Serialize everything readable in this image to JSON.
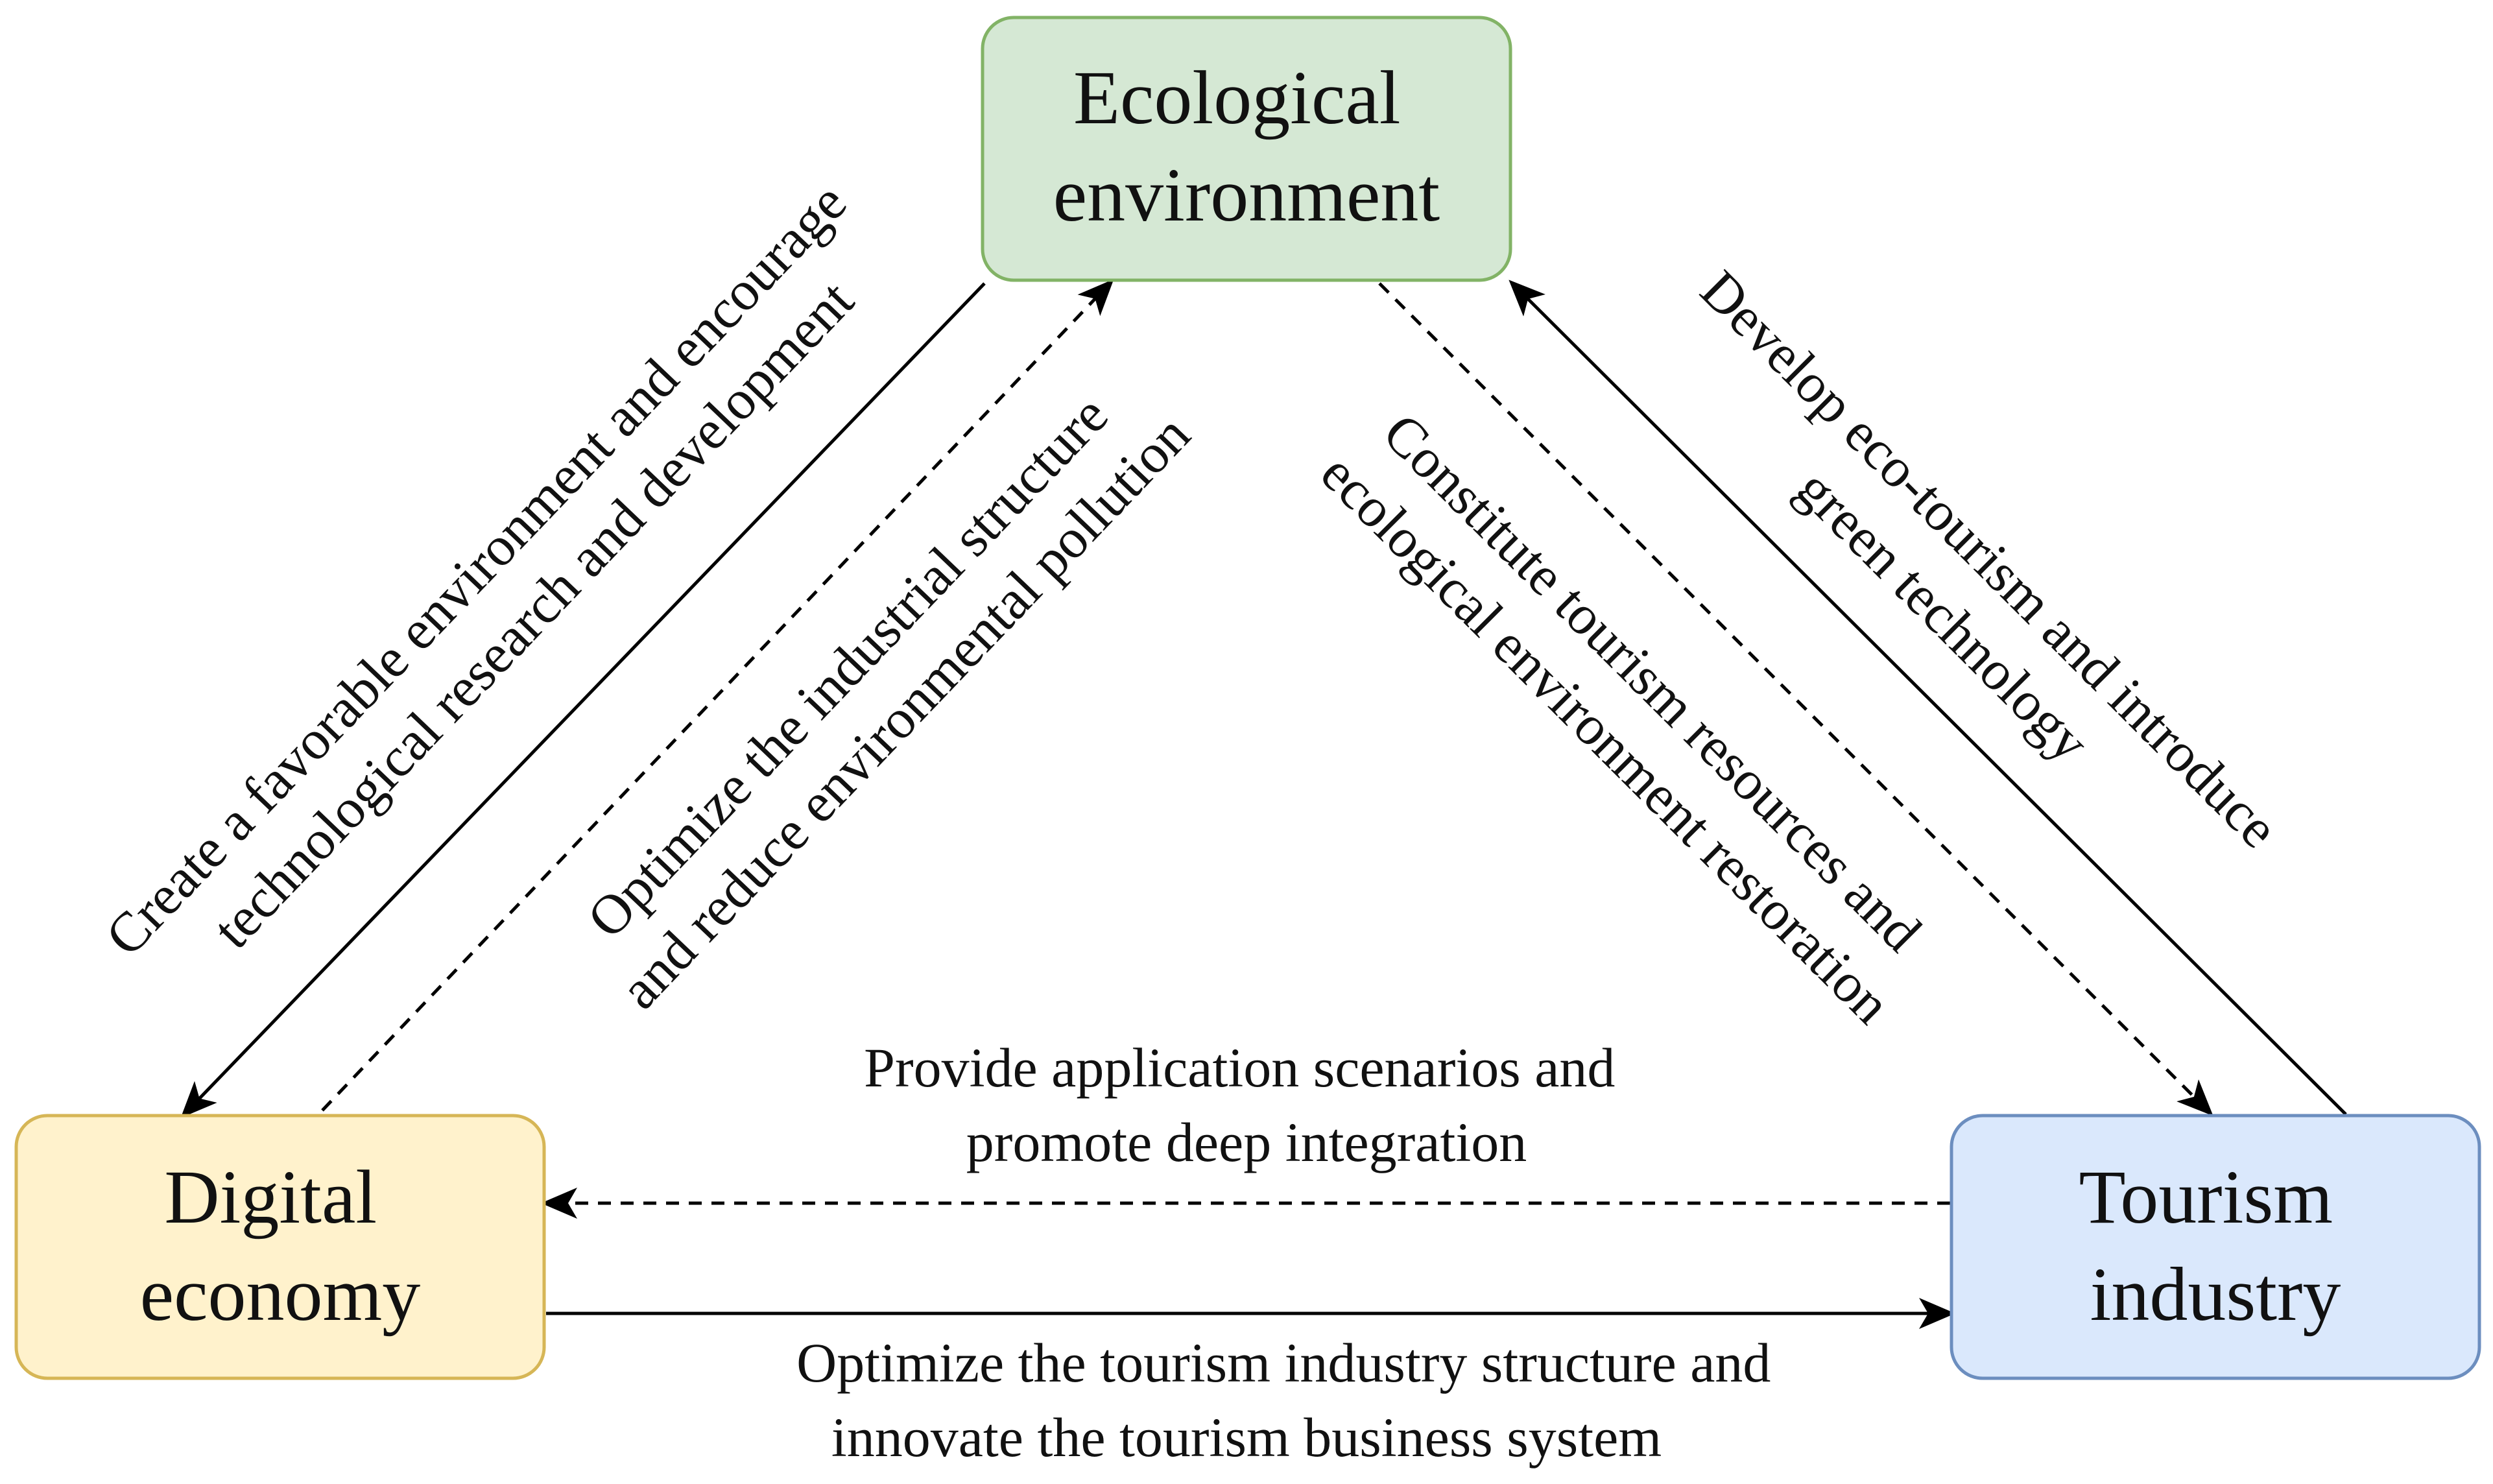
{
  "diagram": {
    "nodes": {
      "ecology": {
        "lines": [
          "Ecological",
          "environment"
        ],
        "fill": "#d5e8d4",
        "stroke": "#82b366"
      },
      "digital": {
        "lines": [
          "Digital",
          "economy"
        ],
        "fill": "#fff2cc",
        "stroke": "#d6b656"
      },
      "tourism": {
        "lines": [
          "Tourism",
          "industry"
        ],
        "fill": "#dae8fc",
        "stroke": "#6c8ebf"
      }
    },
    "edges": [
      {
        "from": "ecology",
        "to": "digital",
        "style": "solid",
        "label": [
          "Create a favorable environment and encourage",
          "technological research and development"
        ]
      },
      {
        "from": "digital",
        "to": "ecology",
        "style": "dashed",
        "label": [
          "Optimize the industrial structure",
          "and reduce environmental pollution"
        ]
      },
      {
        "from": "ecology",
        "to": "tourism",
        "style": "dashed",
        "label": [
          "Constitute tourism resources and",
          "ecological environment restoration"
        ]
      },
      {
        "from": "tourism",
        "to": "ecology",
        "style": "solid",
        "label": [
          "Develop eco-tourism and introduce",
          "green technology"
        ]
      },
      {
        "from": "tourism",
        "to": "digital",
        "style": "dashed",
        "label": [
          "Provide application scenarios and",
          "promote deep integration"
        ]
      },
      {
        "from": "digital",
        "to": "tourism",
        "style": "solid",
        "label": [
          "Optimize the tourism industry structure and",
          "innovate the tourism business system"
        ]
      }
    ]
  }
}
